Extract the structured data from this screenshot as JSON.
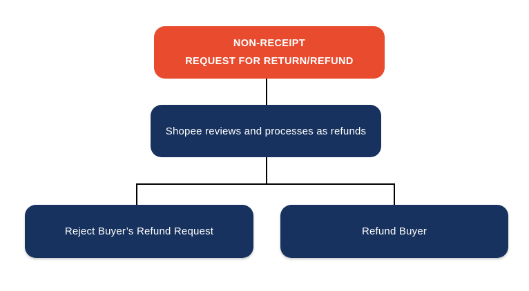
{
  "diagram": {
    "type": "flowchart",
    "nodes": {
      "root": {
        "line1": "NON-RECEIPT",
        "line2": "REQUEST FOR RETURN/REFUND",
        "color": "#e84b2e"
      },
      "process": {
        "label": "Shopee reviews and processes as refunds",
        "color": "#17325e"
      },
      "reject": {
        "label": "Reject Buyer’s Refund Request",
        "color": "#17325e"
      },
      "refund": {
        "label": "Refund Buyer",
        "color": "#17325e"
      }
    },
    "connections": [
      "root -> process",
      "process -> reject",
      "process -> refund"
    ],
    "colors": {
      "background": "#ffffff",
      "line": "#000000",
      "text": "#ffffff"
    }
  }
}
